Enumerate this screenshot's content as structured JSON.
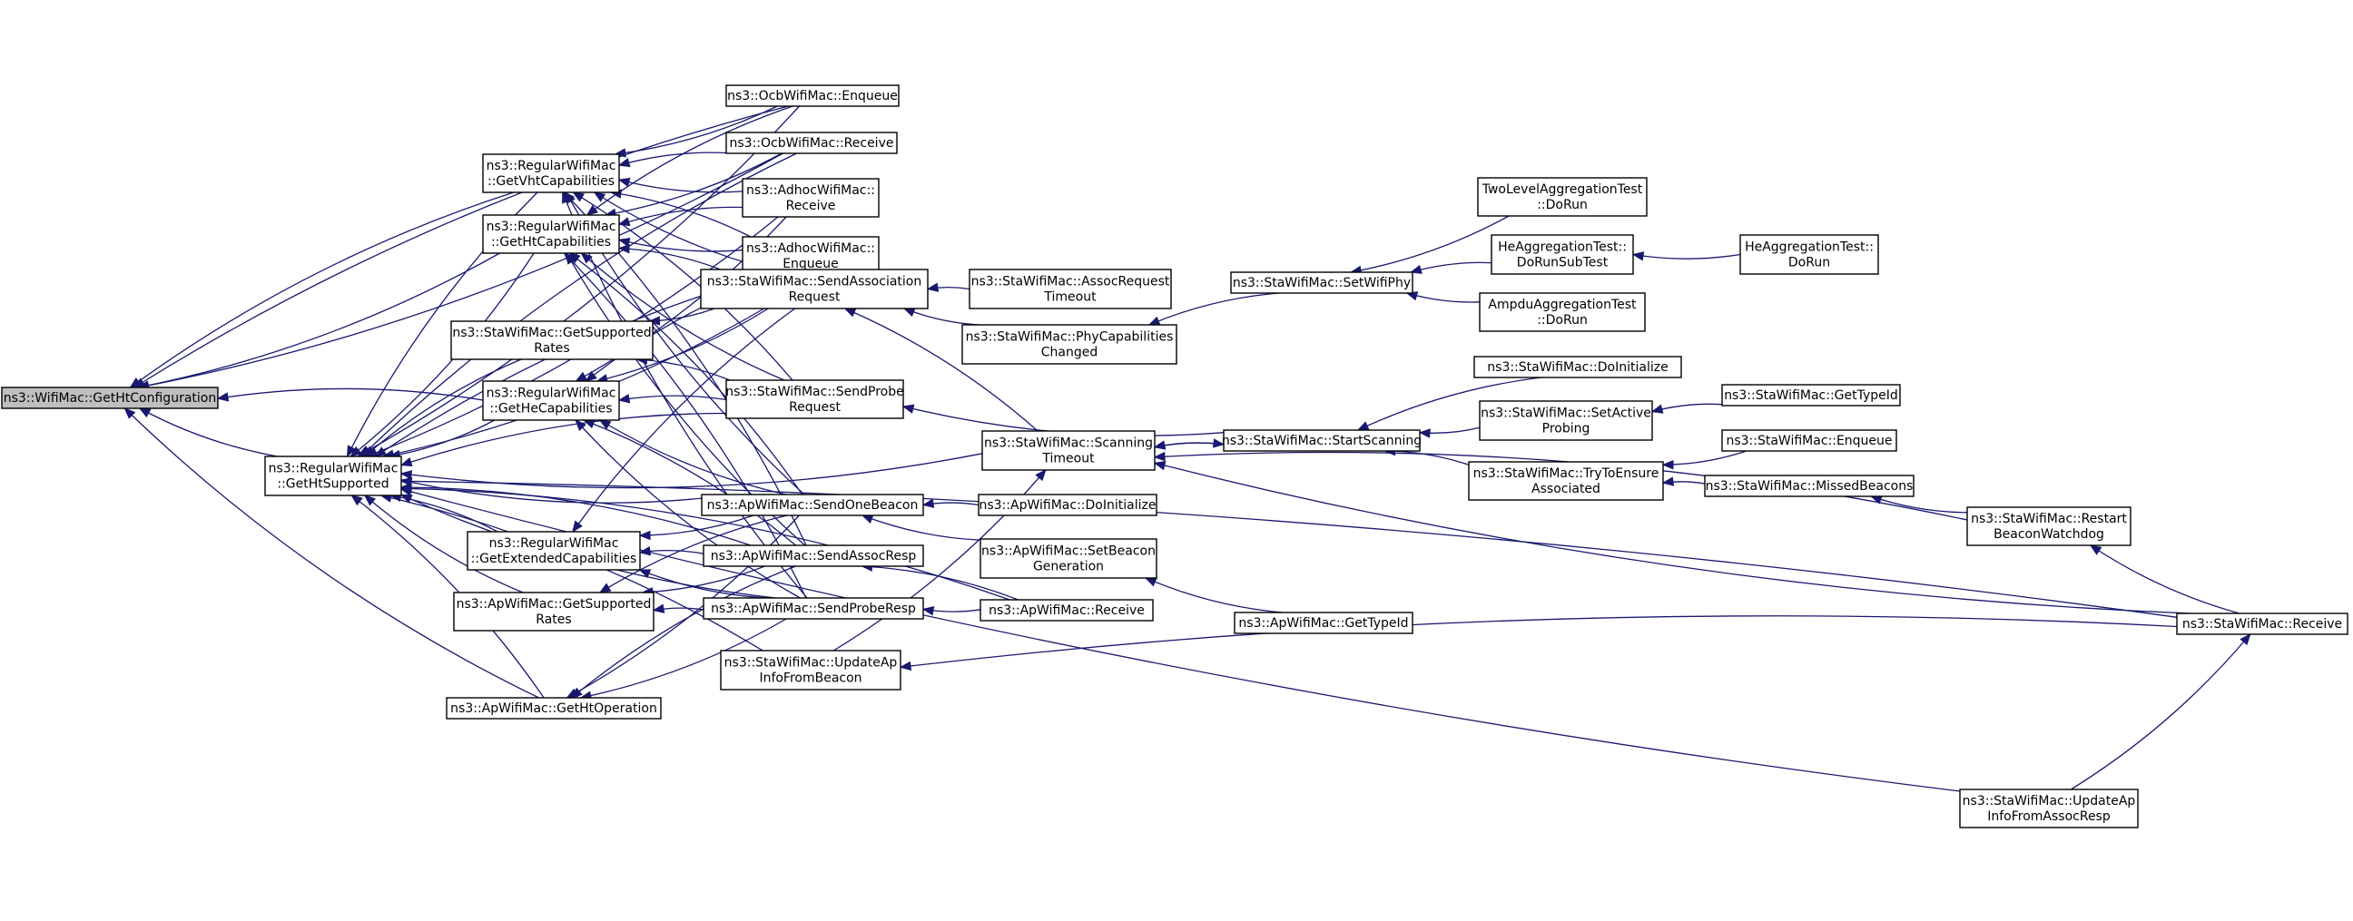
{
  "graph": {
    "edge_color": "#191970",
    "root_fill": "#bfbfbf",
    "node_fill": "#ffffff",
    "nodes": [
      {
        "id": "root",
        "lines": [
          "ns3::WifiMac::GetHtConfiguration"
        ],
        "root": true
      },
      {
        "id": "getHtSupported",
        "lines": [
          "ns3::RegularWifiMac",
          "::GetHtSupported"
        ]
      },
      {
        "id": "getVht",
        "lines": [
          "ns3::RegularWifiMac",
          "::GetVhtCapabilities"
        ]
      },
      {
        "id": "getHt",
        "lines": [
          "ns3::RegularWifiMac",
          "::GetHtCapabilities"
        ]
      },
      {
        "id": "staGetSupportedRates",
        "lines": [
          "ns3::StaWifiMac::GetSupported",
          "Rates"
        ]
      },
      {
        "id": "getHe",
        "lines": [
          "ns3::RegularWifiMac",
          "::GetHeCapabilities"
        ]
      },
      {
        "id": "getExt",
        "lines": [
          "ns3::RegularWifiMac",
          "::GetExtendedCapabilities"
        ]
      },
      {
        "id": "apGetSupportedRates",
        "lines": [
          "ns3::ApWifiMac::GetSupported",
          "Rates"
        ]
      },
      {
        "id": "apGetHtOp",
        "lines": [
          "ns3::ApWifiMac::GetHtOperation"
        ]
      },
      {
        "id": "ocbEnqueue",
        "lines": [
          "ns3::OcbWifiMac::Enqueue"
        ]
      },
      {
        "id": "ocbReceive",
        "lines": [
          "ns3::OcbWifiMac::Receive"
        ]
      },
      {
        "id": "adhocReceive",
        "lines": [
          "ns3::AdhocWifiMac::",
          "Receive"
        ]
      },
      {
        "id": "adhocEnqueue",
        "lines": [
          "ns3::AdhocWifiMac::",
          "Enqueue"
        ]
      },
      {
        "id": "sendAssoc",
        "lines": [
          "ns3::StaWifiMac::SendAssociation",
          "Request"
        ]
      },
      {
        "id": "sendProbe",
        "lines": [
          "ns3::StaWifiMac::SendProbe",
          "Request"
        ]
      },
      {
        "id": "sendOneBeacon",
        "lines": [
          "ns3::ApWifiMac::SendOneBeacon"
        ]
      },
      {
        "id": "sendAssocResp",
        "lines": [
          "ns3::ApWifiMac::SendAssocResp"
        ]
      },
      {
        "id": "sendProbeResp",
        "lines": [
          "ns3::ApWifiMac::SendProbeResp"
        ]
      },
      {
        "id": "updateApBeacon",
        "lines": [
          "ns3::StaWifiMac::UpdateAp",
          "InfoFromBeacon"
        ]
      },
      {
        "id": "assocReqTimeout",
        "lines": [
          "ns3::StaWifiMac::AssocRequest",
          "Timeout"
        ]
      },
      {
        "id": "phyCapChanged",
        "lines": [
          "ns3::StaWifiMac::PhyCapabilities",
          "Changed"
        ]
      },
      {
        "id": "scanTimeout",
        "lines": [
          "ns3::StaWifiMac::Scanning",
          "Timeout"
        ]
      },
      {
        "id": "apDoInit",
        "lines": [
          "ns3::ApWifiMac::DoInitialize"
        ]
      },
      {
        "id": "setBeaconGen",
        "lines": [
          "ns3::ApWifiMac::SetBeacon",
          "Generation"
        ]
      },
      {
        "id": "apReceive",
        "lines": [
          "ns3::ApWifiMac::Receive"
        ]
      },
      {
        "id": "setWifiPhy",
        "lines": [
          "ns3::StaWifiMac::SetWifiPhy"
        ]
      },
      {
        "id": "startScanning",
        "lines": [
          "ns3::StaWifiMac::StartScanning"
        ]
      },
      {
        "id": "apGetTypeId",
        "lines": [
          "ns3::ApWifiMac::GetTypeId"
        ]
      },
      {
        "id": "twoLevel",
        "lines": [
          "TwoLevelAggregationTest",
          "::DoRun"
        ]
      },
      {
        "id": "heDoRunSub",
        "lines": [
          "HeAggregationTest::",
          "DoRunSubTest"
        ]
      },
      {
        "id": "ampdu",
        "lines": [
          "AmpduAggregationTest",
          "::DoRun"
        ]
      },
      {
        "id": "staDoInit",
        "lines": [
          "ns3::StaWifiMac::DoInitialize"
        ]
      },
      {
        "id": "setActiveProbing",
        "lines": [
          "ns3::StaWifiMac::SetActive",
          "Probing"
        ]
      },
      {
        "id": "tryEnsure",
        "lines": [
          "ns3::StaWifiMac::TryToEnsure",
          "Associated"
        ]
      },
      {
        "id": "heDoRun",
        "lines": [
          "HeAggregationTest::",
          "DoRun"
        ]
      },
      {
        "id": "staGetTypeId",
        "lines": [
          "ns3::StaWifiMac::GetTypeId"
        ]
      },
      {
        "id": "staEnqueue",
        "lines": [
          "ns3::StaWifiMac::Enqueue"
        ]
      },
      {
        "id": "missedBeacons",
        "lines": [
          "ns3::StaWifiMac::MissedBeacons"
        ]
      },
      {
        "id": "restartBeacon",
        "lines": [
          "ns3::StaWifiMac::Restart",
          "BeaconWatchdog"
        ]
      },
      {
        "id": "staReceive",
        "lines": [
          "ns3::StaWifiMac::Receive"
        ]
      },
      {
        "id": "updateApAssoc",
        "lines": [
          "ns3::StaWifiMac::UpdateAp",
          "InfoFromAssocResp"
        ]
      }
    ],
    "edges": [
      [
        "getHtSupported",
        "root"
      ],
      [
        "getVht",
        "root"
      ],
      [
        "getHt",
        "root"
      ],
      [
        "getHe",
        "root"
      ],
      [
        "apGetHtOp",
        "root"
      ],
      [
        "ocbEnqueue",
        "root"
      ],
      [
        "ocbReceive",
        "root"
      ],
      [
        "getVht",
        "getHtSupported"
      ],
      [
        "getHt",
        "getHtSupported"
      ],
      [
        "staGetSupportedRates",
        "getHtSupported"
      ],
      [
        "getHe",
        "getHtSupported"
      ],
      [
        "getExt",
        "getHtSupported"
      ],
      [
        "apGetSupportedRates",
        "getHtSupported"
      ],
      [
        "apGetHtOp",
        "getHtSupported"
      ],
      [
        "ocbEnqueue",
        "getHtSupported"
      ],
      [
        "ocbReceive",
        "getHtSupported"
      ],
      [
        "adhocReceive",
        "getHtSupported"
      ],
      [
        "adhocEnqueue",
        "getHtSupported"
      ],
      [
        "sendAssoc",
        "getHtSupported"
      ],
      [
        "sendProbe",
        "getHtSupported"
      ],
      [
        "sendOneBeacon",
        "getHtSupported"
      ],
      [
        "sendAssocResp",
        "getHtSupported"
      ],
      [
        "sendProbeResp",
        "getHtSupported"
      ],
      [
        "updateApBeacon",
        "getHtSupported"
      ],
      [
        "scanTimeout",
        "getHtSupported"
      ],
      [
        "apReceive",
        "getHtSupported"
      ],
      [
        "updateApAssoc",
        "getHtSupported"
      ],
      [
        "staReceive",
        "getHtSupported"
      ],
      [
        "ocbEnqueue",
        "getVht"
      ],
      [
        "ocbReceive",
        "getVht"
      ],
      [
        "adhocReceive",
        "getVht"
      ],
      [
        "adhocEnqueue",
        "getVht"
      ],
      [
        "sendAssoc",
        "getVht"
      ],
      [
        "sendProbe",
        "getVht"
      ],
      [
        "sendOneBeacon",
        "getVht"
      ],
      [
        "sendAssocResp",
        "getVht"
      ],
      [
        "sendProbeResp",
        "getVht"
      ],
      [
        "ocbEnqueue",
        "getHt"
      ],
      [
        "ocbReceive",
        "getHt"
      ],
      [
        "adhocReceive",
        "getHt"
      ],
      [
        "adhocEnqueue",
        "getHt"
      ],
      [
        "sendAssoc",
        "getHt"
      ],
      [
        "sendProbe",
        "getHt"
      ],
      [
        "sendOneBeacon",
        "getHt"
      ],
      [
        "sendAssocResp",
        "getHt"
      ],
      [
        "sendProbeResp",
        "getHt"
      ],
      [
        "sendAssoc",
        "staGetSupportedRates"
      ],
      [
        "sendProbe",
        "staGetSupportedRates"
      ],
      [
        "adhocReceive",
        "getHe"
      ],
      [
        "adhocEnqueue",
        "getHe"
      ],
      [
        "sendAssoc",
        "getHe"
      ],
      [
        "sendProbe",
        "getHe"
      ],
      [
        "sendOneBeacon",
        "getHe"
      ],
      [
        "sendAssocResp",
        "getHe"
      ],
      [
        "sendProbeResp",
        "getHe"
      ],
      [
        "sendAssoc",
        "getExt"
      ],
      [
        "sendOneBeacon",
        "getExt"
      ],
      [
        "sendAssocResp",
        "getExt"
      ],
      [
        "sendProbeResp",
        "getExt"
      ],
      [
        "sendOneBeacon",
        "apGetSupportedRates"
      ],
      [
        "sendAssocResp",
        "apGetSupportedRates"
      ],
      [
        "sendProbeResp",
        "apGetSupportedRates"
      ],
      [
        "sendOneBeacon",
        "apGetHtOp"
      ],
      [
        "sendAssocResp",
        "apGetHtOp"
      ],
      [
        "sendProbeResp",
        "apGetHtOp"
      ],
      [
        "assocReqTimeout",
        "sendAssoc"
      ],
      [
        "phyCapChanged",
        "sendAssoc"
      ],
      [
        "scanTimeout",
        "sendAssoc"
      ],
      [
        "startScanning",
        "sendProbe"
      ],
      [
        "apDoInit",
        "sendOneBeacon"
      ],
      [
        "setBeaconGen",
        "sendOneBeacon"
      ],
      [
        "apReceive",
        "sendAssocResp"
      ],
      [
        "apReceive",
        "sendProbeResp"
      ],
      [
        "setWifiPhy",
        "phyCapChanged"
      ],
      [
        "apGetTypeId",
        "setBeaconGen"
      ],
      [
        "startScanning",
        "scanTimeout"
      ],
      [
        "scanTimeout",
        "startScanning"
      ],
      [
        "updateApBeacon",
        "scanTimeout"
      ],
      [
        "twoLevel",
        "setWifiPhy"
      ],
      [
        "heDoRunSub",
        "setWifiPhy"
      ],
      [
        "ampdu",
        "setWifiPhy"
      ],
      [
        "staDoInit",
        "startScanning"
      ],
      [
        "setActiveProbing",
        "startScanning"
      ],
      [
        "tryEnsure",
        "startScanning"
      ],
      [
        "heDoRun",
        "heDoRunSub"
      ],
      [
        "staGetTypeId",
        "setActiveProbing"
      ],
      [
        "staEnqueue",
        "tryEnsure"
      ],
      [
        "missedBeacons",
        "tryEnsure"
      ],
      [
        "restartBeacon",
        "missedBeacons"
      ],
      [
        "restartBeacon",
        "scanTimeout"
      ],
      [
        "staReceive",
        "restartBeacon"
      ],
      [
        "staReceive",
        "updateApBeacon"
      ],
      [
        "staReceive",
        "scanTimeout"
      ],
      [
        "updateApAssoc",
        "staReceive"
      ]
    ]
  }
}
